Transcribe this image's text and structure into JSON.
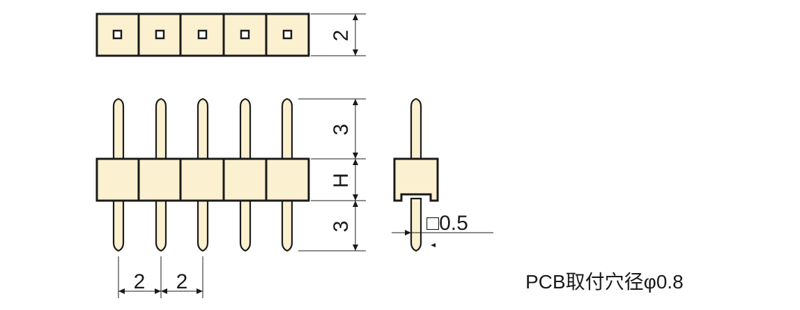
{
  "dimensions": {
    "top_height": "2",
    "pin_top_length": "3",
    "body_height": "H",
    "pin_bottom_length": "3",
    "pitch_1": "2",
    "pitch_2": "2",
    "pin_square": "□0.5"
  },
  "note": "PCB取付穴径φ0.8",
  "connector": {
    "pin_count": 5
  }
}
